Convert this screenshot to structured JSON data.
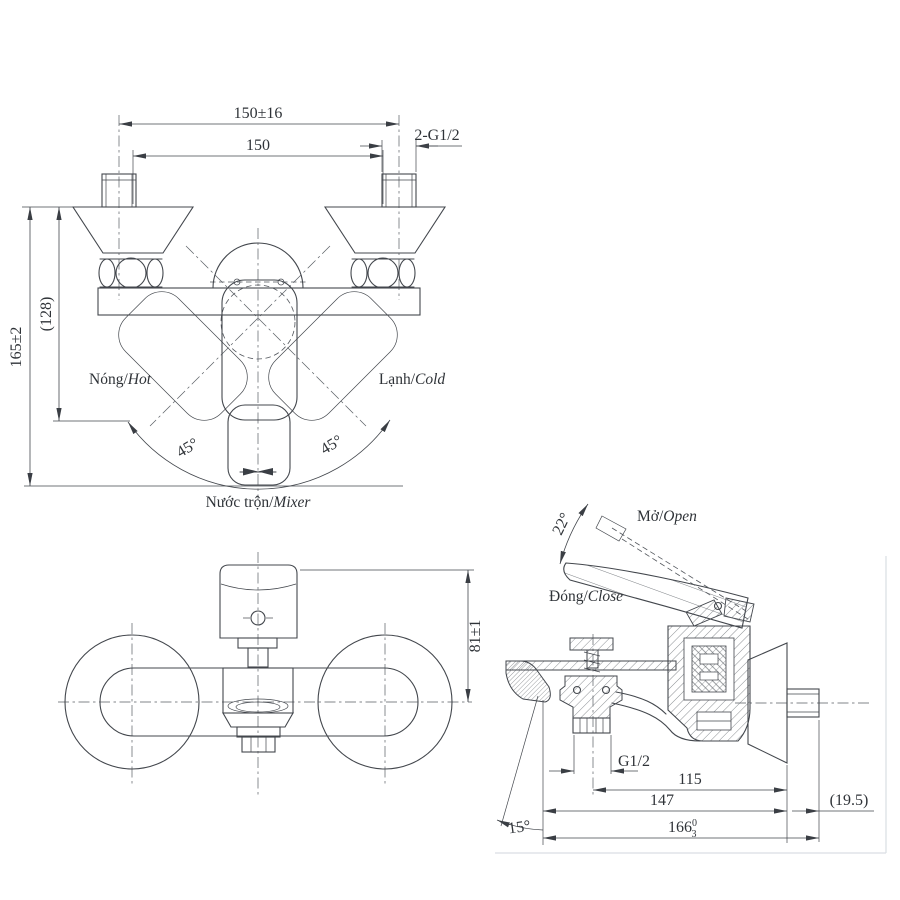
{
  "drawing": {
    "top_view": {
      "dim_center_tol": "150±16",
      "dim_center": "150",
      "thread_note": "2-G1/2",
      "dim_height": "165±2",
      "dim_height_ref": "(128)",
      "angle_left": "45°",
      "angle_right": "45°",
      "label_hot_vi": "Nóng/",
      "label_hot_en": "Hot",
      "label_cold_vi": "Lạnh/",
      "label_cold_en": "Cold",
      "label_mixer_vi": "Nước trộn/",
      "label_mixer_en": "Mixer"
    },
    "front_view": {
      "dim_height": "81±1"
    },
    "side_view": {
      "angle_open": "22°",
      "label_open_vi": "Mở/",
      "label_open_en": "Open",
      "label_close_vi": "Đóng/",
      "label_close_en": "Close",
      "thread_note": "G1/2",
      "dim_spout_center": "115",
      "dim_spout": "147",
      "dim_overall": "166",
      "dim_overall_tol_up": "0",
      "dim_overall_tol_dn": "3",
      "dim_wall_offset": "(19.5)",
      "angle_aerator": "15°"
    },
    "colors": {
      "background": "#ffffff",
      "line": "#43474d",
      "text": "#2f3338"
    }
  }
}
